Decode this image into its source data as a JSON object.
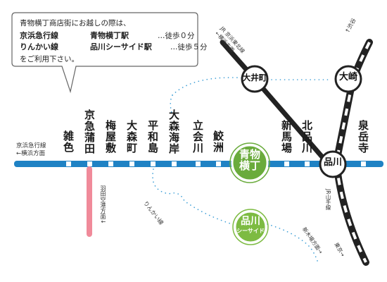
{
  "callout": {
    "intro": "青物横丁商店街にお越しの際は、",
    "rows": [
      {
        "line": "京浜急行線",
        "station": "青物横丁駅",
        "walk": "…徒歩０分"
      },
      {
        "line": "りんかい線",
        "station": "品川シーサイド駅",
        "walk": "…徒歩５分"
      }
    ],
    "closing": "をご利用下さい。"
  },
  "keikyu_direction": "京浜急行線\n←横浜方面",
  "stations_keikyu": [
    "雑色",
    "京急蒲田",
    "梅屋敷",
    "大森町",
    "平和島",
    "大森海岸",
    "立会川",
    "鮫洲",
    "新馬場",
    "北品川",
    "泉岳寺"
  ],
  "highlight": {
    "aomono": "青物\n横丁",
    "seaside_top": "品川",
    "seaside_bottom": "シーサイド"
  },
  "stations_circle": {
    "oimachi": "大井町",
    "osaki": "大崎",
    "shinagawa": "品川"
  },
  "line_labels": {
    "airport": "羽田空港方面↓",
    "keihin_tohoku": "JR 京浜東北線\n←横浜方面",
    "shibuya": "↑渋谷",
    "rinkai": "りんかい線",
    "yamanote": "JR山手線",
    "shinkiba": "新木場方面→",
    "tokyo": "東京→"
  },
  "colors": {
    "keikyu_line": "#1f82c4",
    "airport_branch": "#f08a9a",
    "rinkai_dots": "#3a9dd6",
    "aomono_circle": "#6aab3c",
    "seaside_circle": "#7dbb42",
    "jr_line": "#222222"
  }
}
